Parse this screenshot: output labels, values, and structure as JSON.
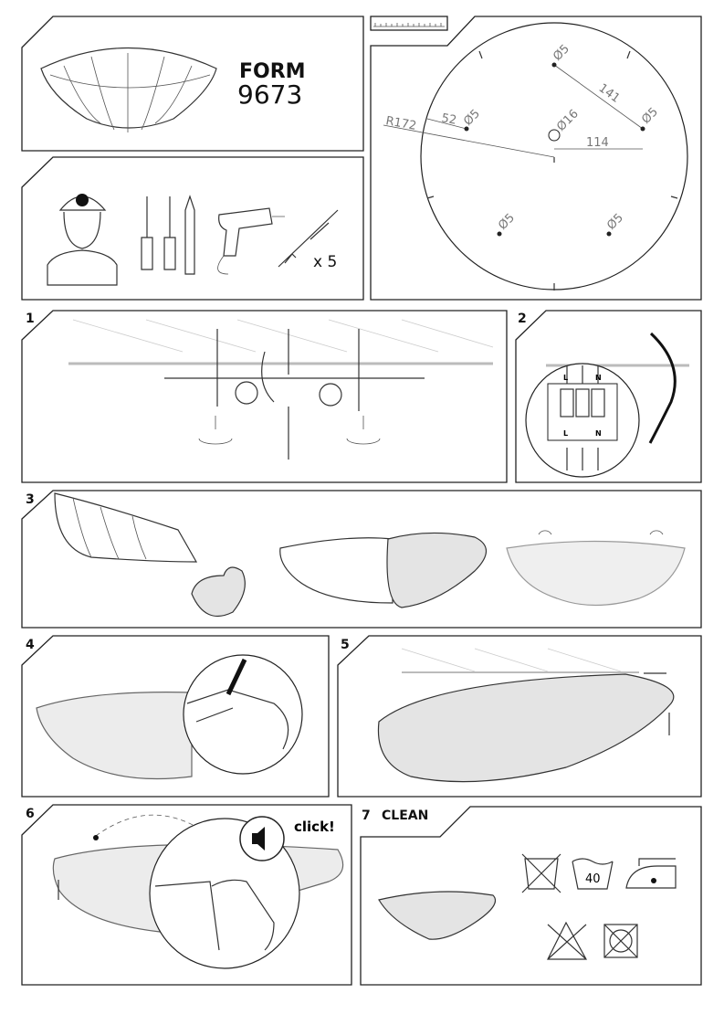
{
  "header": {
    "model_label": "FORM",
    "model_number": "9673"
  },
  "tools": {
    "anchor_count": "x 5"
  },
  "drawing": {
    "radius": "R172",
    "edge_offset": "52",
    "hole_small": "Ø5",
    "hole_center": "Ø16",
    "diag_distance": "141",
    "horiz_distance": "114"
  },
  "steps": [
    {
      "number": "1"
    },
    {
      "number": "2"
    },
    {
      "number": "3"
    },
    {
      "number": "4"
    },
    {
      "number": "5"
    },
    {
      "number": "6"
    },
    {
      "number": "7",
      "title": "CLEAN"
    }
  ],
  "wiring": {
    "live": "L",
    "neutral": "N"
  },
  "step6": {
    "click_text": "click!"
  },
  "care": {
    "wash_temp": "40"
  }
}
